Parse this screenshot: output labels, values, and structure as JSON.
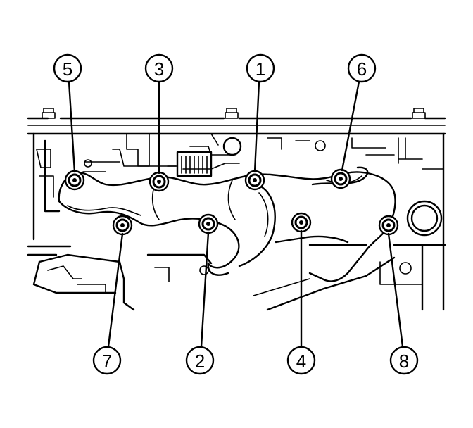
{
  "diagram": {
    "colors": {
      "line": "#000000",
      "background": "#ffffff"
    },
    "callouts": [
      {
        "id": "c5",
        "label": "5"
      },
      {
        "id": "c3",
        "label": "3"
      },
      {
        "id": "c1",
        "label": "1"
      },
      {
        "id": "c6",
        "label": "6"
      },
      {
        "id": "c7",
        "label": "7"
      },
      {
        "id": "c2",
        "label": "2"
      },
      {
        "id": "c4",
        "label": "4"
      },
      {
        "id": "c8",
        "label": "8"
      }
    ]
  }
}
